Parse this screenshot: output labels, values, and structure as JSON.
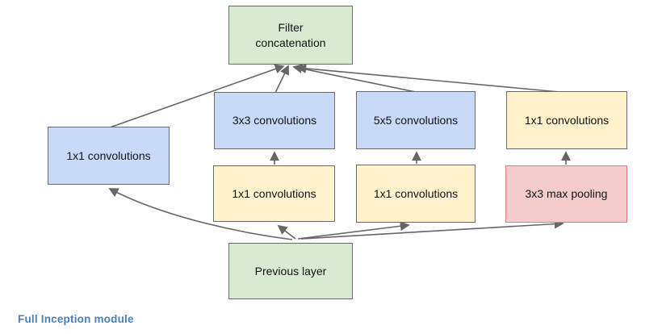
{
  "diagram": {
    "type": "neural-network-module",
    "boxes": [
      {
        "id": "filter-concat",
        "label": "Filter concatenation",
        "fill": "#d9ead3",
        "border": "#6a6a6a"
      },
      {
        "id": "conv1x1-left",
        "label": "1x1 convolutions",
        "fill": "#c9daf8",
        "border": "#6a6a6a"
      },
      {
        "id": "conv3x3",
        "label": "3x3 convolutions",
        "fill": "#c9daf8",
        "border": "#6a6a6a"
      },
      {
        "id": "conv5x5",
        "label": "5x5 convolutions",
        "fill": "#c9daf8",
        "border": "#6a6a6a"
      },
      {
        "id": "conv1x1-right",
        "label": "1x1 convolutions",
        "fill": "#fff2cc",
        "border": "#6a6a6a"
      },
      {
        "id": "conv1x1-mid1",
        "label": "1x1 convolutions",
        "fill": "#fff2cc",
        "border": "#6a6a6a"
      },
      {
        "id": "conv1x1-mid2",
        "label": "1x1 convolutions",
        "fill": "#fff2cc",
        "border": "#6a6a6a"
      },
      {
        "id": "maxpool",
        "label": "3x3 max pooling",
        "fill": "#f4cccc",
        "border": "#dd7e7e"
      },
      {
        "id": "previous",
        "label": "Previous layer",
        "fill": "#d9ead3",
        "border": "#6a6a6a"
      }
    ],
    "edges": [
      {
        "from": "previous",
        "to": "conv1x1-left"
      },
      {
        "from": "previous",
        "to": "conv1x1-mid1"
      },
      {
        "from": "previous",
        "to": "conv1x1-mid2"
      },
      {
        "from": "previous",
        "to": "maxpool"
      },
      {
        "from": "conv1x1-mid1",
        "to": "conv3x3"
      },
      {
        "from": "conv1x1-mid2",
        "to": "conv5x5"
      },
      {
        "from": "maxpool",
        "to": "conv1x1-right"
      },
      {
        "from": "conv1x1-left",
        "to": "filter-concat"
      },
      {
        "from": "conv3x3",
        "to": "filter-concat"
      },
      {
        "from": "conv5x5",
        "to": "filter-concat"
      },
      {
        "from": "conv1x1-right",
        "to": "filter-concat"
      }
    ],
    "arrow_color": "#666666"
  },
  "caption": {
    "text": "Full Inception module",
    "color": "#4a7ebb"
  }
}
